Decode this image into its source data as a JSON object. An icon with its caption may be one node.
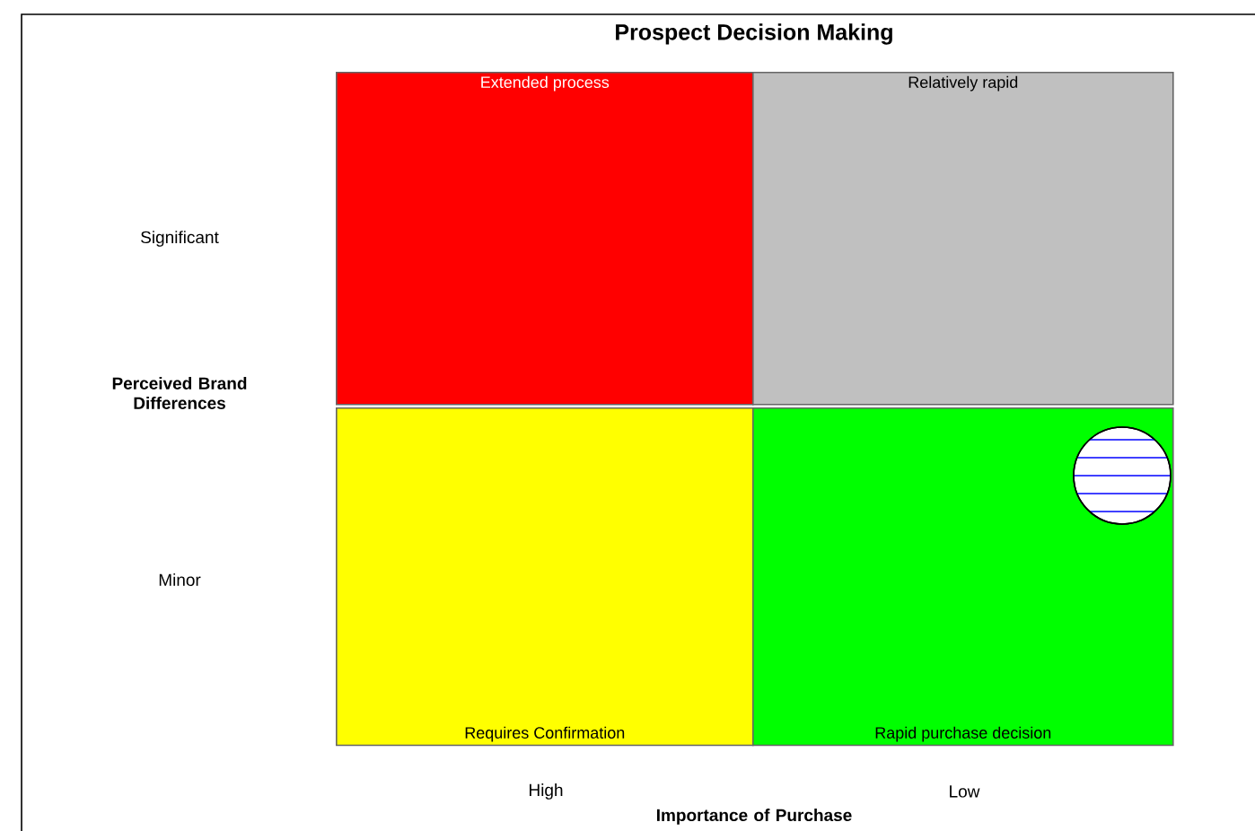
{
  "diagram": {
    "title": "Prospect Decision Making",
    "nodes": [
      {
        "text": [
          "Extended process"
        ]
      },
      {
        "text": [
          "Relatively rapid"
        ]
      },
      {
        "text": [
          "Requires Confirmation"
        ]
      },
      {
        "text": [
          "Rapid purchase decision"
        ]
      },
      {
        "text": [],
        "shape": "circle",
        "in": 3
      }
    ],
    "labels": [
      "Significant",
      "Perceived Brand Differences",
      "Minor",
      "High",
      "Low",
      "Importance of Purchase"
    ]
  }
}
